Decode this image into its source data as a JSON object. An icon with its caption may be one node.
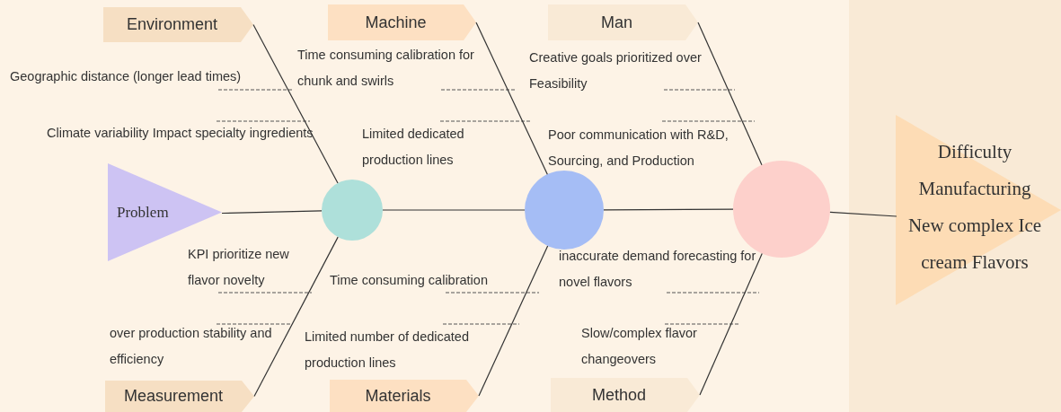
{
  "diagram": {
    "nodes": [
      {
        "text": [
          "Environment"
        ]
      },
      {
        "text": [
          "Machine"
        ]
      },
      {
        "text": [
          "Man"
        ]
      },
      {
        "text": [
          "Problem"
        ]
      },
      {
        "text": [],
        "shape": "circle"
      },
      {
        "text": [],
        "shape": "circle"
      },
      {
        "text": [],
        "shape": "circle"
      },
      {
        "text": [
          "Difficulty Manufacturing New complex Ice cream Flavors"
        ]
      },
      {
        "text": [
          "Measurement"
        ]
      },
      {
        "text": [
          "Materials"
        ]
      },
      {
        "text": [
          "Method"
        ]
      }
    ],
    "edges": [
      {
        "from": 3,
        "to": 4,
        "arrow": "none"
      },
      {
        "from": 4,
        "to": 5,
        "arrow": "none"
      },
      {
        "from": 5,
        "to": 6,
        "arrow": "none"
      },
      {
        "from": 6,
        "to": 7,
        "arrow": "none"
      },
      {
        "from": 0,
        "to": 4,
        "arrow": "none"
      },
      {
        "from": 8,
        "to": 4,
        "arrow": "none"
      },
      {
        "from": 1,
        "to": 5,
        "arrow": "none"
      },
      {
        "from": 9,
        "to": 5,
        "arrow": "none"
      },
      {
        "from": 2,
        "to": 6,
        "arrow": "none"
      },
      {
        "from": 10,
        "to": 6,
        "arrow": "none"
      }
    ],
    "labels": [
      "Geographic distance (longer lead times)",
      "Time consuming calibration for chunk and swirls",
      "Creative goals prioritized over Feasibility",
      "Climate variability Impact specialty ingredients",
      "Limited dedicated production lines",
      "Poor communication with R&D, Sourcing, and Production",
      "KPI prioritize new flavor novelty",
      "Time consuming calibration",
      "inaccurate demand forecasting for novel flavors",
      "over production stability and efficiency",
      "Limited number of dedicated production lines",
      "Slow/complex flavor changeovers"
    ]
  }
}
